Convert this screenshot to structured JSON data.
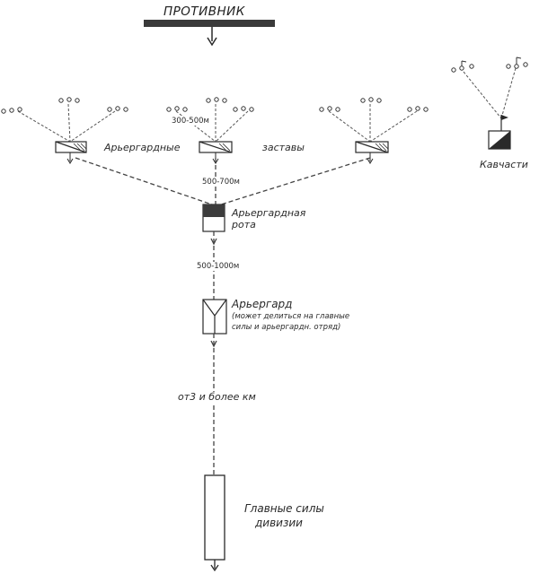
{
  "enemy_label": "ПРОТИВНИК",
  "outposts_label_left": "Арьергардные",
  "outposts_label_right": "заставы",
  "distance_outpost_scouts": "300-500м",
  "distance_outpost_company": "500-700м",
  "rearguard_company_label": [
    "Арьергардная",
    "рота"
  ],
  "distance_company_rearguard": "500-1000м",
  "rearguard_label": "Арьергард",
  "rearguard_note": [
    "(может делиться на главные",
    "силы и арьергардн. отряд)"
  ],
  "distance_rearguard_main": "от3 и более км",
  "main_forces_label": [
    "Главные силы",
    "дивизии"
  ],
  "cavalry_label": "Кавчасти",
  "colors": {
    "ink": "#2a2a2a",
    "enemy_bar": "#3a3a3a",
    "fill_dark": "#3c3c3c"
  }
}
